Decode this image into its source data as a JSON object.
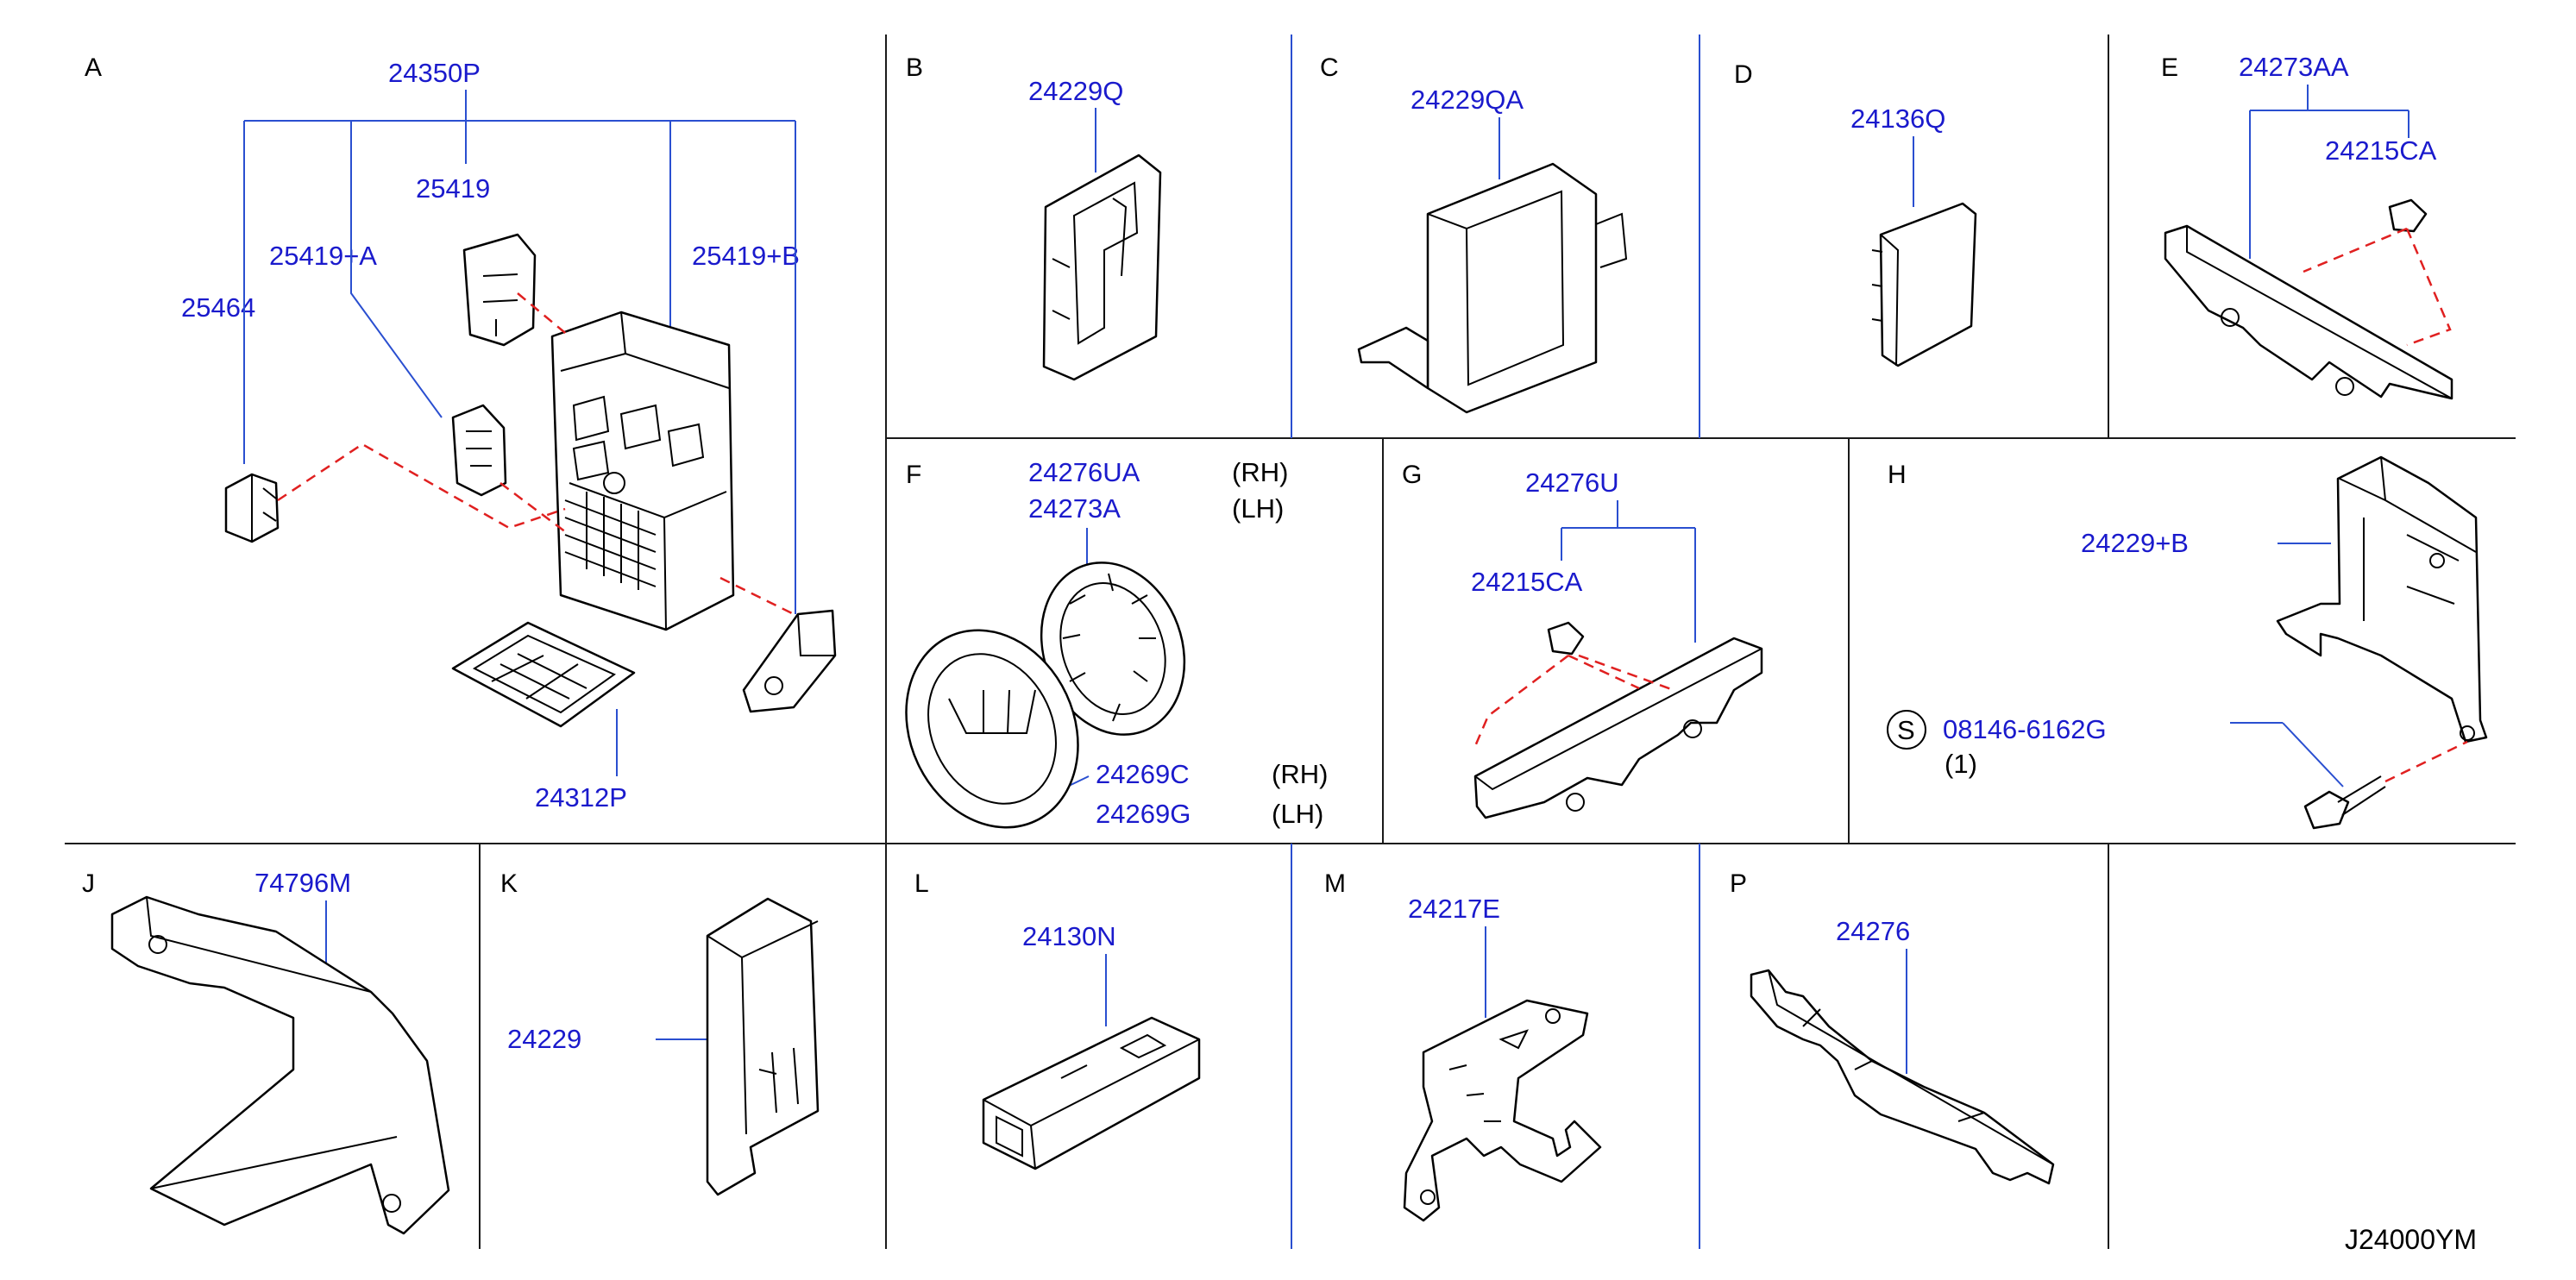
{
  "sections": [
    {
      "letter": "A",
      "parts": [
        "24350P",
        "25419",
        "25419+A",
        "25419+B",
        "25464",
        "24312P"
      ]
    },
    {
      "letter": "B",
      "parts": [
        "24229Q"
      ]
    },
    {
      "letter": "C",
      "parts": [
        "24229QA"
      ]
    },
    {
      "letter": "D",
      "parts": [
        "24136Q"
      ]
    },
    {
      "letter": "E",
      "parts": [
        "24273AA",
        "24215CA"
      ]
    },
    {
      "letter": "F",
      "parts": [
        "24276UA",
        "24273A",
        "24269C",
        "24269G"
      ],
      "notes": [
        "(RH)",
        "(LH)",
        "(RH)",
        "(LH)"
      ]
    },
    {
      "letter": "G",
      "parts": [
        "24276U",
        "24215CA"
      ]
    },
    {
      "letter": "H",
      "parts": [
        "24229+B",
        "08146-6162G"
      ],
      "symbol": "S",
      "qty": "(1)"
    },
    {
      "letter": "J",
      "parts": [
        "74796M"
      ]
    },
    {
      "letter": "K",
      "parts": [
        "24229"
      ]
    },
    {
      "letter": "L",
      "parts": [
        "24130N"
      ]
    },
    {
      "letter": "M",
      "parts": [
        "24217E"
      ]
    },
    {
      "letter": "P",
      "parts": [
        "24276"
      ]
    }
  ],
  "diagram_code": "J24000YM",
  "colors": {
    "part_number": "#1a1acc",
    "leader": "#2a4fd0",
    "hidden_line": "#e02020"
  }
}
